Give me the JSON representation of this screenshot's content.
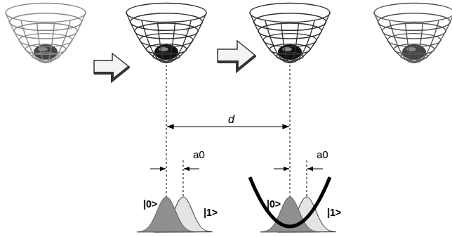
{
  "diagram": {
    "labels": [
      "d",
      "a0",
      "|0>",
      "|1>",
      "a0",
      "|0>",
      "|1>"
    ]
  }
}
